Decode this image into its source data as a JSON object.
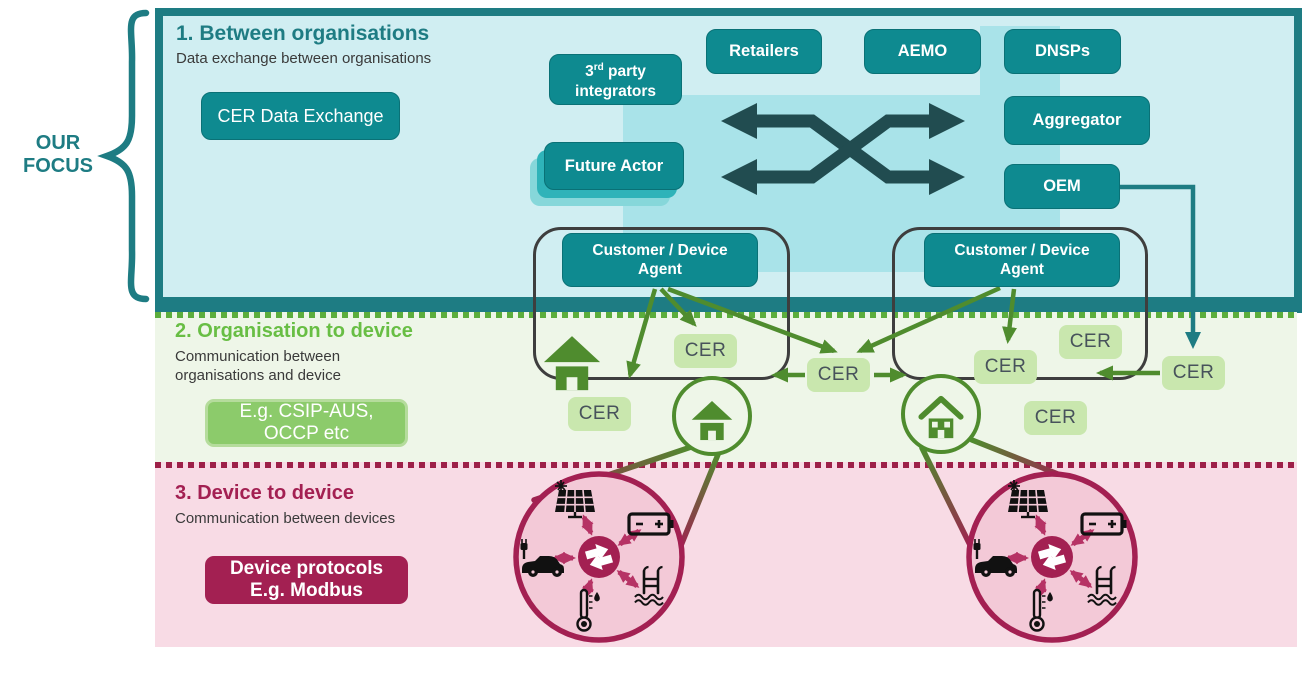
{
  "focus": {
    "line1": "OUR",
    "line2": "FOCUS"
  },
  "section1": {
    "title": "1. Between organisations",
    "subtitle": "Data exchange between organisations",
    "boxes": {
      "cer_exchange": "CER Data Exchange",
      "third_party_num": "3",
      "third_party_sup": "rd",
      "third_party_rest": " party",
      "third_party_line2": "integrators",
      "retailers": "Retailers",
      "aemo": "AEMO",
      "dnsps": "DNSPs",
      "aggregator": "Aggregator",
      "oem": "OEM",
      "future_actor": "Future Actor",
      "agent_line1": "Customer / Device",
      "agent_line2": "Agent"
    }
  },
  "section2": {
    "title": "2. Organisation to device",
    "subtitle_line1": "Communication between",
    "subtitle_line2": "organisations and device",
    "badge_line1": "E.g. CSIP-AUS,",
    "badge_line2": "OCCP etc",
    "cer_label": "CER"
  },
  "section3": {
    "title": "3. Device to device",
    "subtitle": "Communication between devices",
    "badge_line1": "Device protocols",
    "badge_line2": "E.g. Modbus"
  },
  "icons": {
    "device_hub": "swap-arrows",
    "devices": [
      "solar-panel",
      "battery",
      "ev-charger",
      "pool",
      "thermometer"
    ]
  },
  "colors": {
    "teal_dark": "#1e7c83",
    "teal_box": "#0e8a90",
    "cyan_bg": "#d0eef2",
    "cyan_inner": "#a9e3e9",
    "crossing_arrow": "#214c50",
    "green_title": "#68be44",
    "green_badge": "#8ccb6b",
    "green_arrow": "#4f8c2e",
    "cer_badge_bg": "#c9e7ae",
    "section2_bg": "#eef6e8",
    "maroon": "#a32052",
    "section3_bg": "#f8dbe5",
    "device_circle_fill": "#f3c9d7",
    "device_arrow": "#b63365"
  }
}
